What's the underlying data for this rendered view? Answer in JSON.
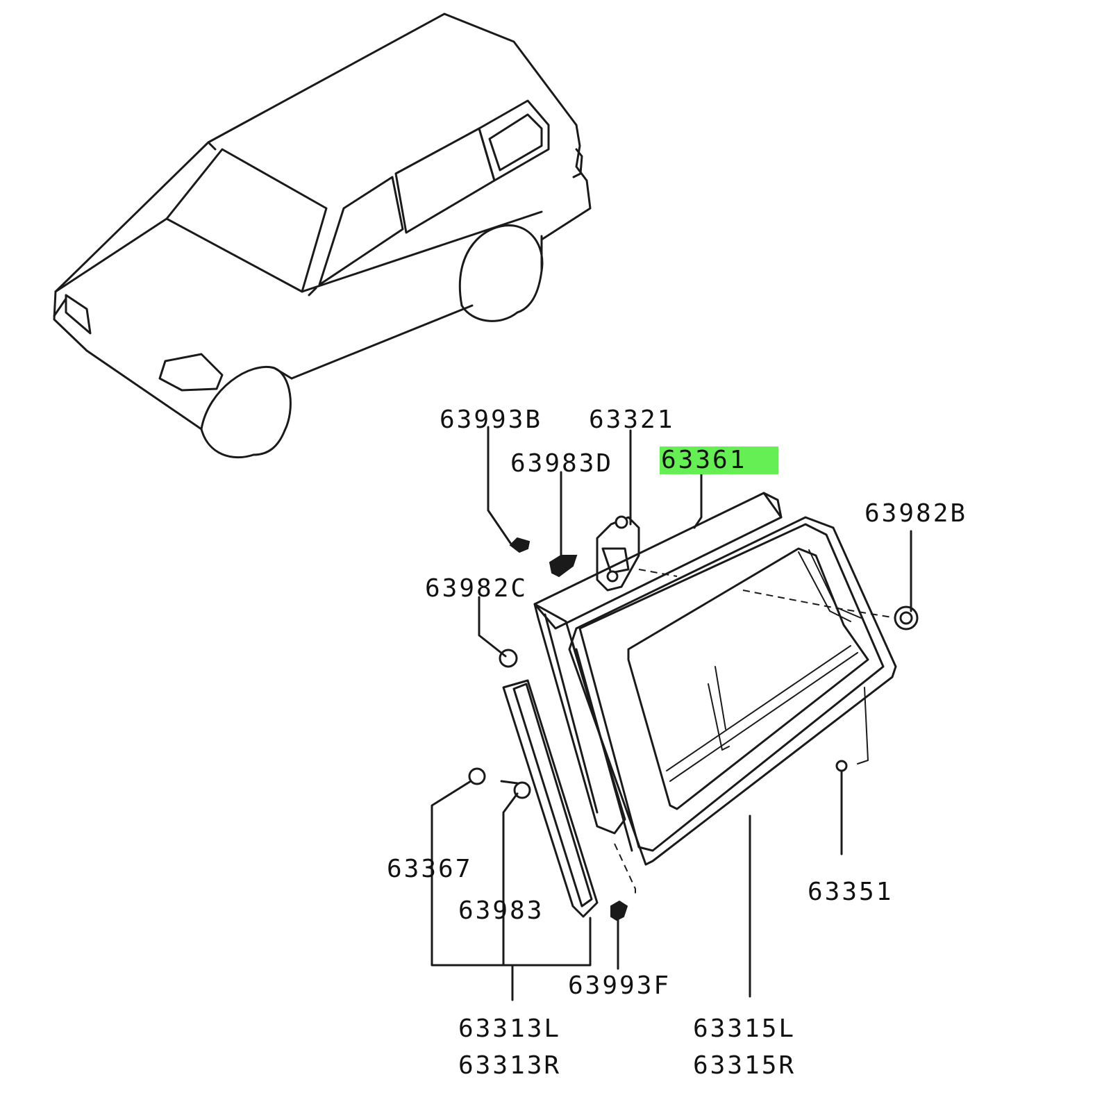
{
  "highlight_color": "#66ee55",
  "line_color": "#1a1a1a",
  "illustration": "vehicle-outline-icon",
  "labels": {
    "p63993B": "63993B",
    "p63321": "63321",
    "p63983D": "63983D",
    "p63361": "63361",
    "p63982B": "63982B",
    "p63982C": "63982C",
    "p63367": "63367",
    "p63983": "63983",
    "p63351": "63351",
    "p63993F": "63993F",
    "p63313L": "63313L",
    "p63313R": "63313R",
    "p63315L": "63315L",
    "p63315R": "63315R"
  },
  "highlighted_part": "63361"
}
